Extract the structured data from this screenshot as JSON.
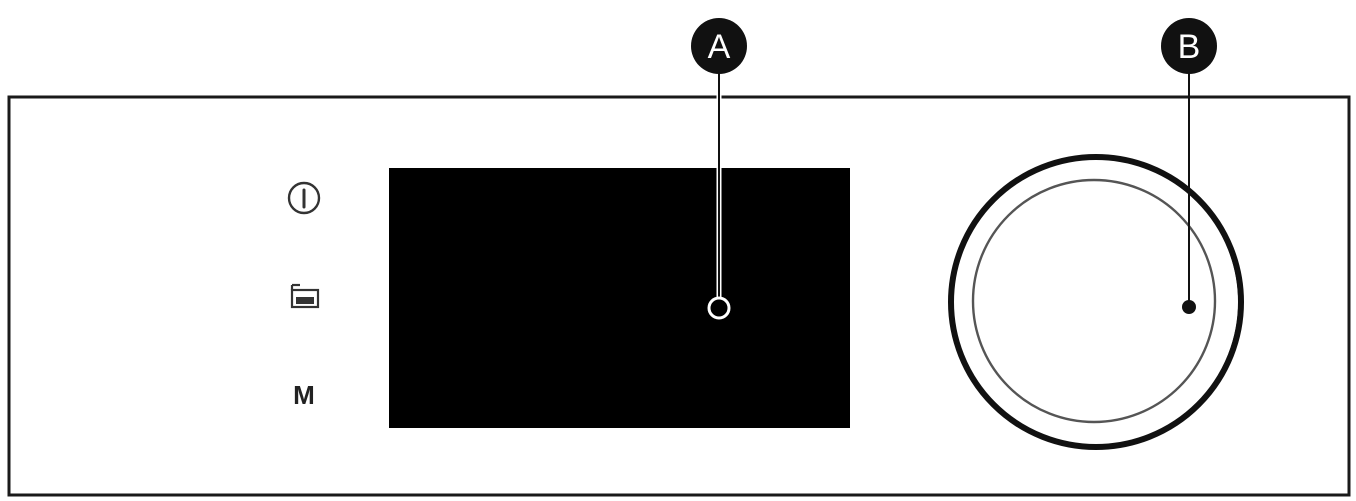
{
  "callouts": {
    "a": {
      "label": "A"
    },
    "b": {
      "label": "B"
    }
  },
  "buttons": {
    "info": {
      "icon": "info-circle-icon"
    },
    "oven": {
      "icon": "oven-icon"
    },
    "menu": {
      "label": "M",
      "icon": "menu-m-icon"
    }
  },
  "display": {
    "icon": "display-screen"
  },
  "knob": {
    "icon": "rotary-knob-icon"
  },
  "colors": {
    "ink": "#111111",
    "display": "#000000",
    "panel_border": "#1a1a1a"
  }
}
